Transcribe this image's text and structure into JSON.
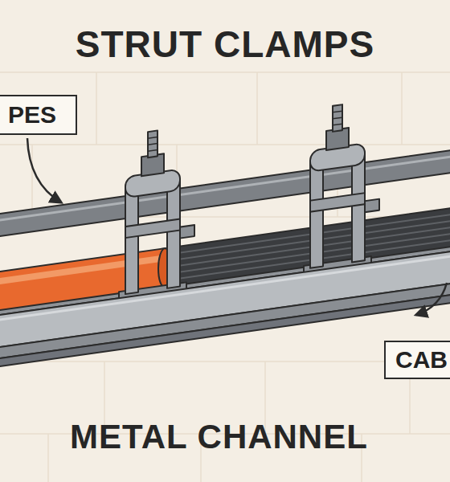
{
  "diagram": {
    "title": "STRUT CLAMPS",
    "caption": "METAL CHANNEL",
    "nodes": [
      {
        "text": [
          "PES"
        ]
      },
      {
        "text": [
          "CAB"
        ]
      }
    ]
  }
}
